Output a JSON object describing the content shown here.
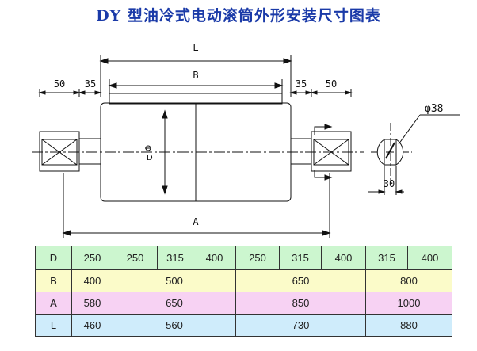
{
  "title": "DY  型油冷式电动滚筒外形安装尺寸图表",
  "drawing": {
    "dim_L": "L",
    "dim_B": "B",
    "dim_A": "A",
    "dim_50_left": "50",
    "dim_35_left": "35",
    "dim_35_right": "35",
    "dim_50_right": "50",
    "dim_phi": "φ38",
    "dim_30": "30"
  },
  "table": {
    "rows": [
      {
        "label": "D",
        "cells": [
          "250",
          "250",
          "315",
          "400",
          "250",
          "315",
          "400",
          "315",
          "400"
        ]
      },
      {
        "label": "B",
        "cells": [
          "400",
          "500",
          "650",
          "800"
        ]
      },
      {
        "label": "A",
        "cells": [
          "580",
          "650",
          "850",
          "1000"
        ]
      },
      {
        "label": "L",
        "cells": [
          "460",
          "560",
          "730",
          "880"
        ]
      }
    ]
  }
}
